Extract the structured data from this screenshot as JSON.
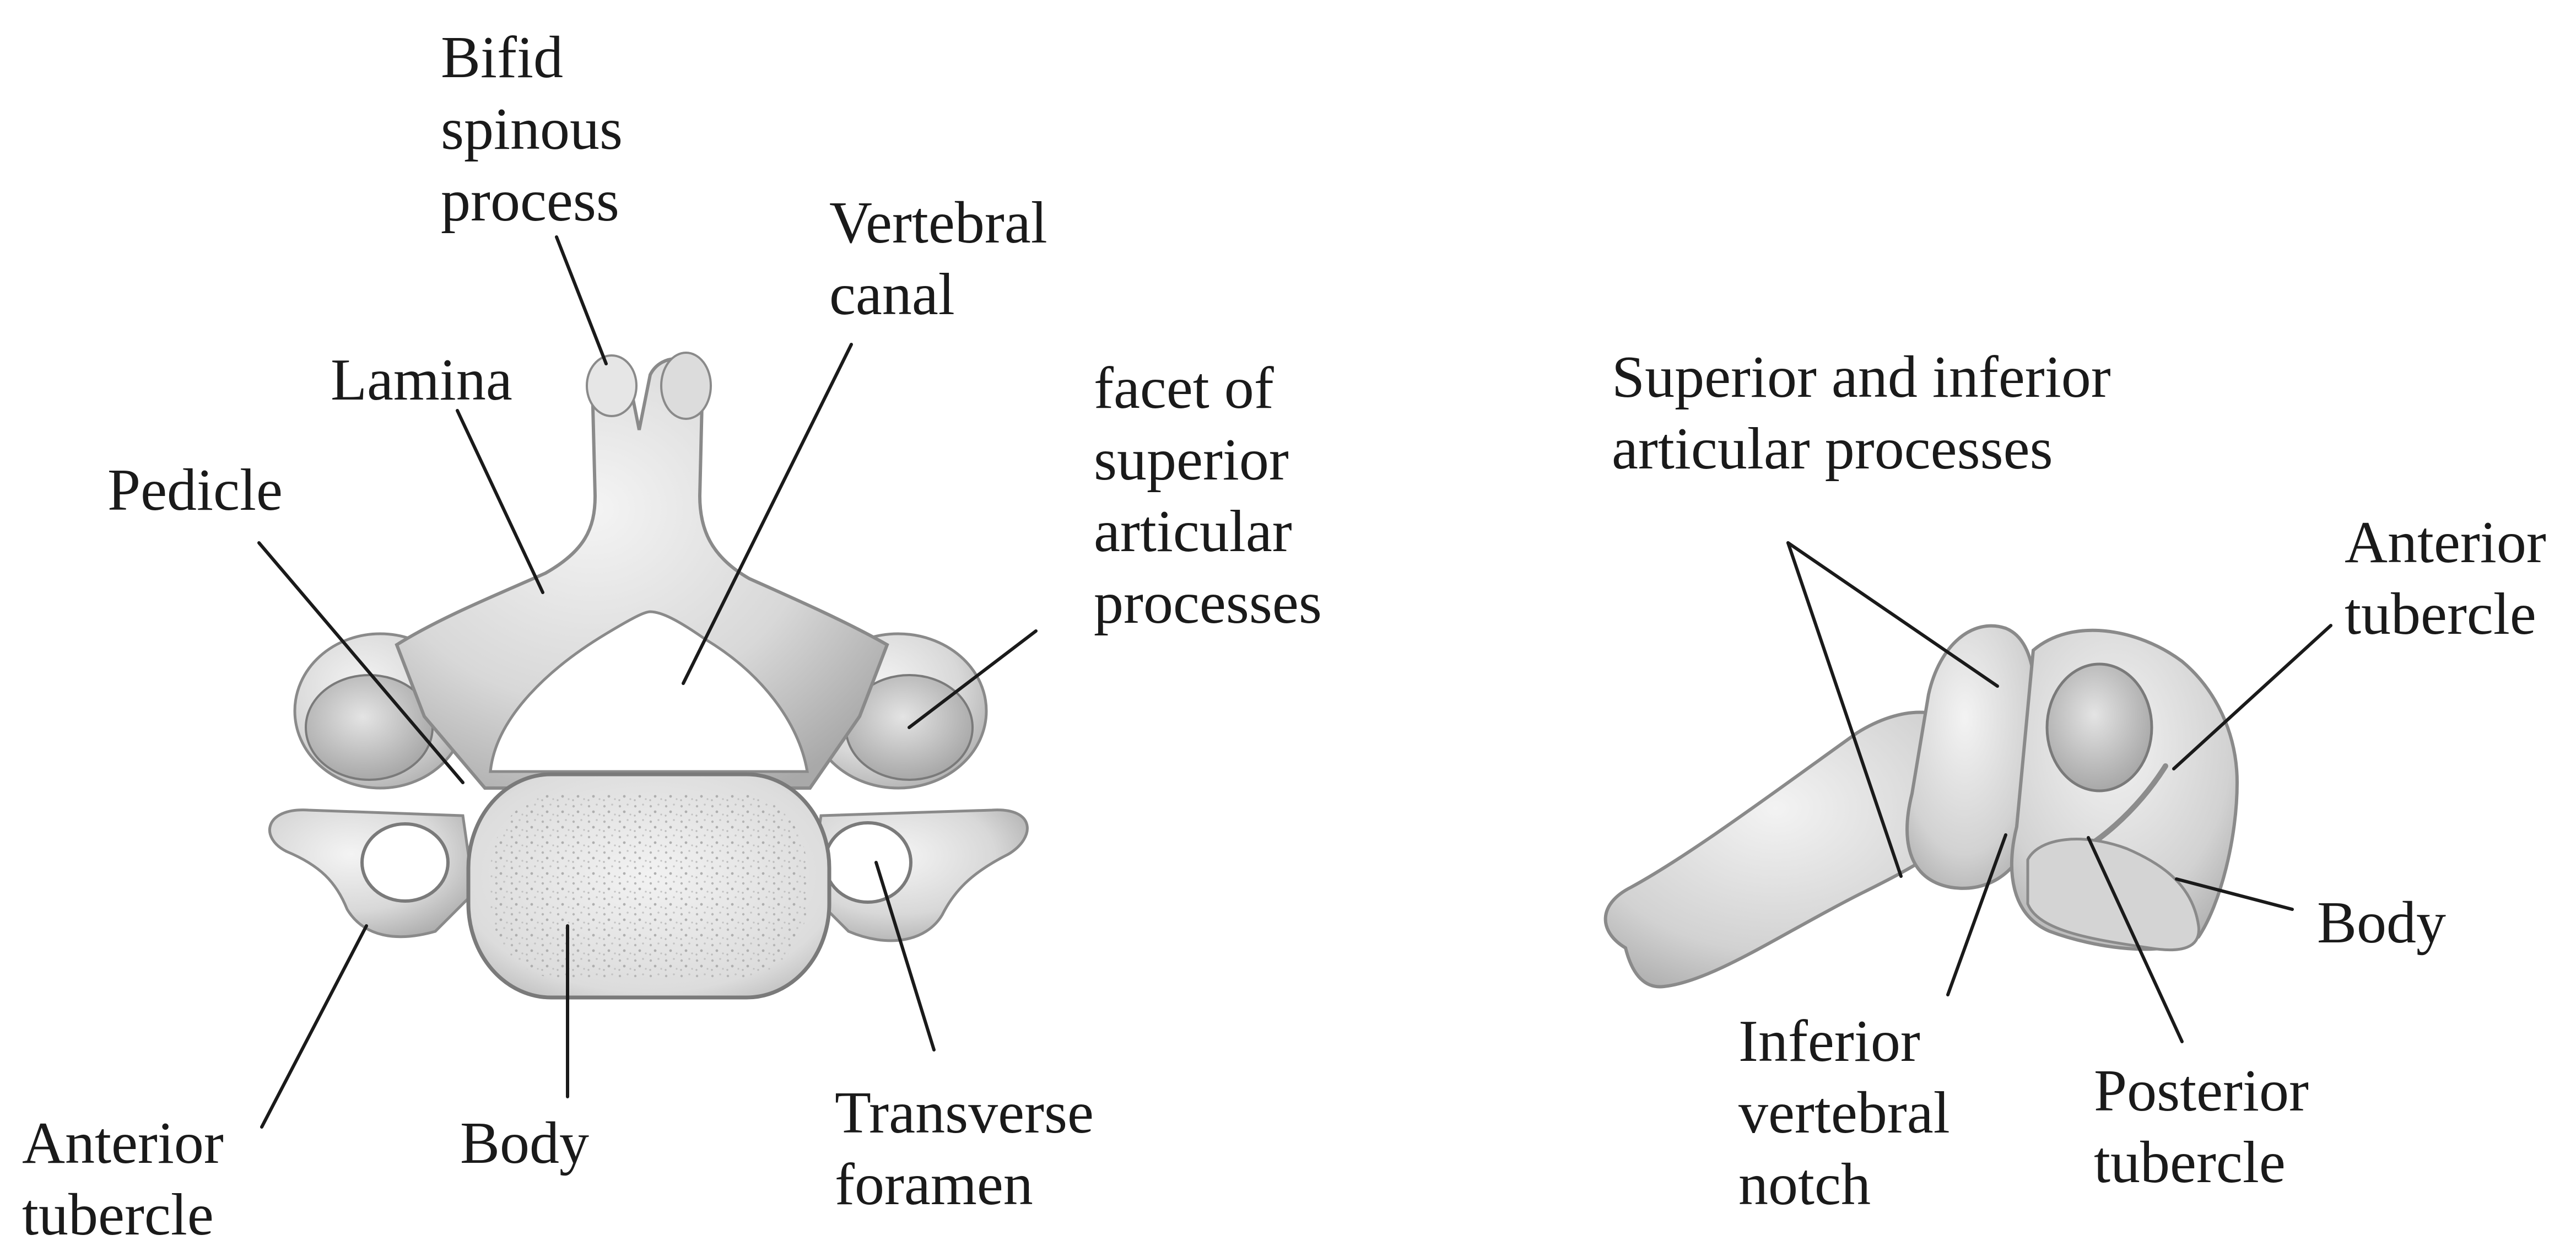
{
  "top_view": {
    "labels": {
      "bifid_spinous_process": [
        "Bifid",
        "spinous",
        "process"
      ],
      "vertebral_canal": [
        "Vertebral",
        "canal"
      ],
      "lamina": [
        "Lamina"
      ],
      "pedicle": [
        "Pedicle"
      ],
      "facet_superior_articular": [
        "facet of",
        "superior",
        "articular",
        "processes"
      ],
      "anterior_tubercle": [
        "Anterior",
        "tubercle"
      ],
      "body": [
        "Body"
      ],
      "transverse_foramen": [
        "Transverse",
        "foramen"
      ]
    }
  },
  "side_view": {
    "labels": {
      "articular_processes": [
        "Superior and inferior",
        "articular processes"
      ],
      "anterior_tubercle": [
        "Anterior",
        "tubercle"
      ],
      "body": [
        "Body"
      ],
      "inferior_vertebral_notch": [
        "Inferior",
        "vertebral",
        "notch"
      ],
      "posterior_tubercle": [
        "Posterior",
        "tubercle"
      ]
    }
  },
  "colors": {
    "bone_light": "#e9e9e9",
    "bone_mid": "#c8c8c8",
    "bone_dark": "#8c8c8c",
    "outline": "#7a7a7a",
    "leader": "#1a1a1a",
    "text": "#1a1a1a"
  }
}
